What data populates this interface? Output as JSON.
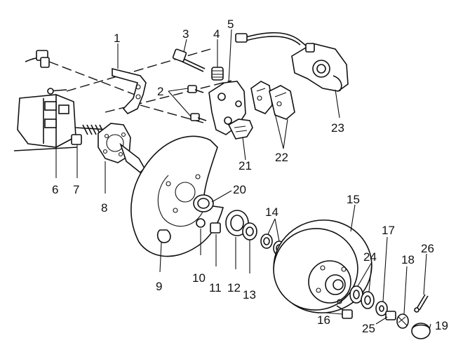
{
  "diagram": {
    "callouts": [
      {
        "id": "c1",
        "text": "1"
      },
      {
        "id": "c2",
        "text": "2"
      },
      {
        "id": "c3",
        "text": "3"
      },
      {
        "id": "c4",
        "text": "4"
      },
      {
        "id": "c5",
        "text": "5"
      },
      {
        "id": "c6",
        "text": "6"
      },
      {
        "id": "c7",
        "text": "7"
      },
      {
        "id": "c8",
        "text": "8"
      },
      {
        "id": "c9",
        "text": "9"
      },
      {
        "id": "c10",
        "text": "10"
      },
      {
        "id": "c11",
        "text": "11"
      },
      {
        "id": "c12",
        "text": "12"
      },
      {
        "id": "c13",
        "text": "13"
      },
      {
        "id": "c14",
        "text": "14"
      },
      {
        "id": "c15",
        "text": "15"
      },
      {
        "id": "c16",
        "text": "16"
      },
      {
        "id": "c17",
        "text": "17"
      },
      {
        "id": "c18",
        "text": "18"
      },
      {
        "id": "c19",
        "text": "19"
      },
      {
        "id": "c20",
        "text": "20"
      },
      {
        "id": "c21",
        "text": "21"
      },
      {
        "id": "c22",
        "text": "22"
      },
      {
        "id": "c23",
        "text": "23"
      },
      {
        "id": "c24",
        "text": "24"
      },
      {
        "id": "c25",
        "text": "25"
      },
      {
        "id": "c26",
        "text": "26"
      }
    ]
  }
}
